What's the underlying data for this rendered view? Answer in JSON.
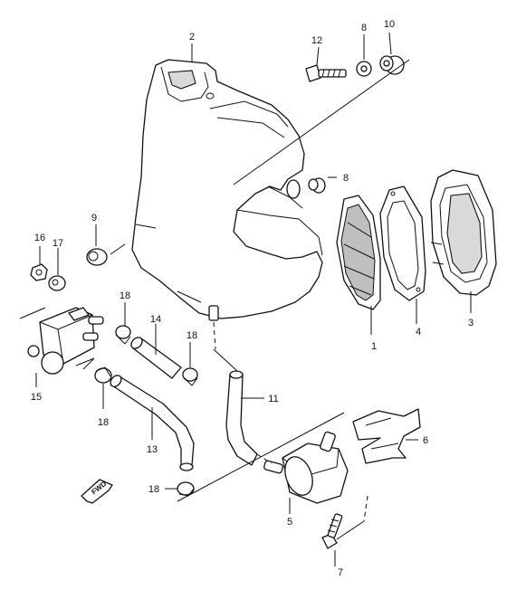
{
  "callouts": [
    {
      "id": "c1",
      "label": "1"
    },
    {
      "id": "c2",
      "label": "2"
    },
    {
      "id": "c3",
      "label": "3"
    },
    {
      "id": "c4",
      "label": "4"
    },
    {
      "id": "c5",
      "label": "5"
    },
    {
      "id": "c6",
      "label": "6"
    },
    {
      "id": "c7",
      "label": "7"
    },
    {
      "id": "c8a",
      "label": "8"
    },
    {
      "id": "c8b",
      "label": "8"
    },
    {
      "id": "c9",
      "label": "9"
    },
    {
      "id": "c10",
      "label": "10"
    },
    {
      "id": "c11",
      "label": "11"
    },
    {
      "id": "c12",
      "label": "12"
    },
    {
      "id": "c13",
      "label": "13"
    },
    {
      "id": "c14",
      "label": "14"
    },
    {
      "id": "c15",
      "label": "15"
    },
    {
      "id": "c16",
      "label": "16"
    },
    {
      "id": "c17",
      "label": "17"
    },
    {
      "id": "c18a",
      "label": "18"
    },
    {
      "id": "c18b",
      "label": "18"
    },
    {
      "id": "c18c",
      "label": "18"
    },
    {
      "id": "c18d",
      "label": "18"
    }
  ],
  "front_marker": {
    "label": "FWD",
    "icon": "front-arrow-icon"
  }
}
